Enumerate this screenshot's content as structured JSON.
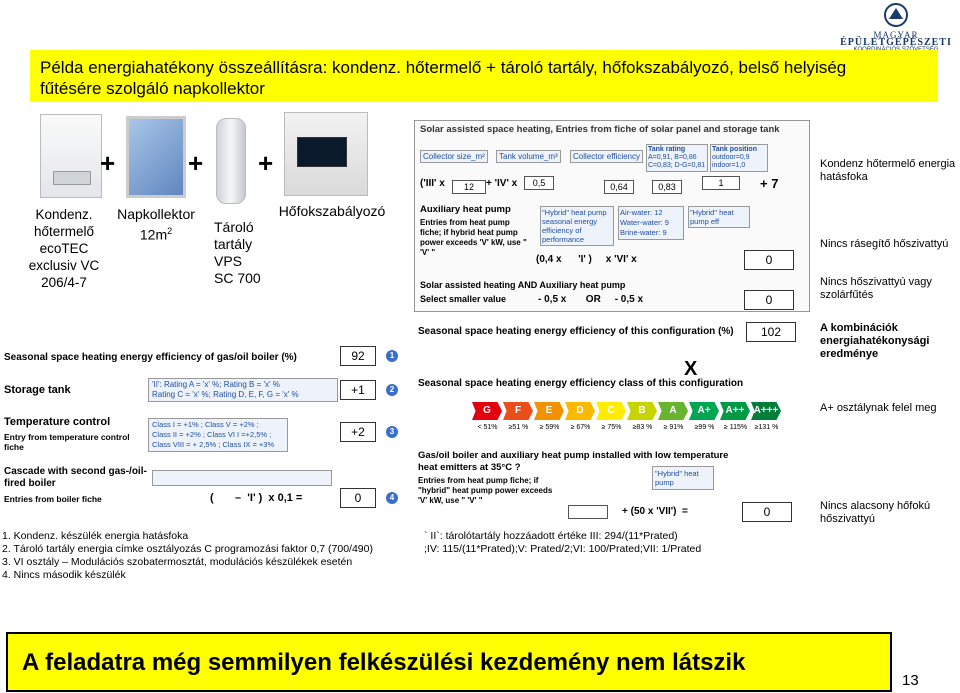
{
  "logo": {
    "line1": "MAGYAR",
    "line2": "ÉPÜLETGÉPÉSZETI",
    "line3": "KOORDINÁCIÓS SZÖVETSÉG"
  },
  "title": "Példa energiahatékony összeállításra: kondenz. hőtermelő + tároló tartály, hőfokszabályozó, belső helyiség fűtésére szolgáló napkollektor",
  "components": {
    "plus": "+",
    "boiler_label": "Kondenz. hőtermelő ecoTEC exclusiv VC 206/4-7",
    "collector_label_main": "Napkollektor",
    "collector_label_size": "12m",
    "collector_label_sup": "2",
    "tank_label": "Tároló tartály VPS SC 700",
    "thermostat_label": "Hőfokszabályozó"
  },
  "right_panel": {
    "solar_header": "Solar assisted space heating, Entries from fiche of solar panel and storage tank",
    "collector_size": "Collector size_m²",
    "tank_volume": "Tank volume_m³",
    "collector_eff": "Collector efficiency",
    "tank_rating": "Tank rating",
    "tank_ratings_text": "A=0,91, B=0,86 C=0,83; D-G=0,81",
    "tank_position": "Tank position",
    "tank_position_text": "outdoor=0,9 indoor=1,0",
    "formula_iii": "('III' x",
    "formula_iv": "+ 'IV' x",
    "val_12": "12",
    "val_05": "0,5",
    "val_064": "0,64",
    "val_083": "0,83",
    "val_1": "1",
    "plus7": "+ 7",
    "aux_header": "Auxiliary heat pump",
    "aux_entries": "Entries from heat pump fiche; if hybrid heat pump power exceeds 'V' kW, use \" 'V' \"",
    "hybrid_label": "\"Hybrid\" heat pump seasonal energy efficiency of performance",
    "air_water": "Air-water: 12",
    "water_water": "Water-water: 9",
    "brine_water": "Brine-water: 9",
    "hybrid_label2": "\"Hybrid\" heat pump eff",
    "aux_formula": "(0,4 x      'I' )     x 'VI' x",
    "val_0a": "0",
    "solar_hp_header": "Solar assisted heating AND Auxiliary heat pump",
    "select_smaller": "Select smaller value",
    "select_formula": "- 0,5 x       OR     - 0,5 x",
    "val_0b": "0",
    "seasonal_header": "Seasonal space heating energy efficiency of this configuration (%)",
    "equals": "=",
    "val_102": "102",
    "x_mark": "X",
    "class_header": "Seasonal space heating energy efficiency class of this configuration",
    "classes": [
      "G",
      "F",
      "E",
      "D",
      "C",
      "B",
      "A",
      "A+",
      "A++",
      "A+++"
    ],
    "thresholds": [
      "< 51%",
      "≥51 %",
      "≥ 59%",
      "≥ 67%",
      "≥ 75%",
      "≥83 %",
      "≥ 91%",
      "≥99 %",
      "≥ 115%",
      "≥131 %"
    ],
    "gas_header": "Gas/oil boiler and auxiliary heat pump installed with low temperature heat emitters at 35°C ?",
    "gas_entries": "Entries from heat pump fiche; if \"hybrid\" heat pump power exceeds 'V' kW, use \" 'V' \"",
    "gas_hybrid": "\"Hybrid\" heat pump",
    "gas_formula": "+ (50 x 'VII')  =",
    "val_0c": "0"
  },
  "right_notes": {
    "n1": "Kondenz hőtermelő energia hatásfoka",
    "n2": "Nincs rásegítő hőszivattyú",
    "n3": "Nincs hőszivattyú vagy szolárfűtés",
    "n4": "A kombinációk energiahatékonysági eredménye",
    "n5": "A+ osztálynak felel meg",
    "n6": "Nincs alacsony hőfokú hőszivattyú"
  },
  "left_panel": {
    "row1_title": "Seasonal space heating energy efficiency of gas/oil boiler (%)",
    "row1_val": "92",
    "row1_num": "1",
    "row2_title": "Storage tank",
    "row2_rating": "'II': Rating A = 'x' %; Rating B = 'x' %",
    "row2_rating2": "Rating C = 'x' %; Rating D, E, F, G = 'x' %",
    "row2_val": "+1",
    "row2_num": "2",
    "row3_title": "Temperature control",
    "row3_sub": "Entry from temperature control fiche",
    "row3_c1": "Class I = +1% ; Class V = +2% ;",
    "row3_c2": "Class II = +2% ; Class VI I =+2,5% ;",
    "row3_c3": "Class VIII = + 2,5% ; Class IX = +3%",
    "row3_val": "+2",
    "row3_num": "3",
    "row4_title": "Cascade with second gas-/oil-fired boiler",
    "row4_sub": "Entries from boiler fiche",
    "row4_formula": "(       –  'I' )  x 0,1 =",
    "row4_val": "0",
    "row4_num": "4"
  },
  "footnotes": {
    "f1": "1. Kondenz. készülék energia hatásfoka",
    "f2": "2. Tároló tartály energia címke osztályozás C  programozási faktor 0,7 (700/490)",
    "f3": "3.  VI  osztály – Modulációs szobatermosztát, modulációs készülékek esetén",
    "f4": "4. Nincs második készülék",
    "m1": "` II`: tárolótartály hozzáadott értéke III: 294/(11*Prated)",
    "m2": ";IV: 115/(11*Prated);V: Prated/2;VI: 100/Prated;VII: 1/Prated"
  },
  "bottom": {
    "text": "A feladatra még semmilyen felkészülési kezdemény nem látszik",
    "page": "13"
  },
  "colors": {
    "highlight": "#ffff00",
    "class_G": "#e3000f",
    "class_A": "#00a651",
    "accent": "#3a6fc7"
  }
}
